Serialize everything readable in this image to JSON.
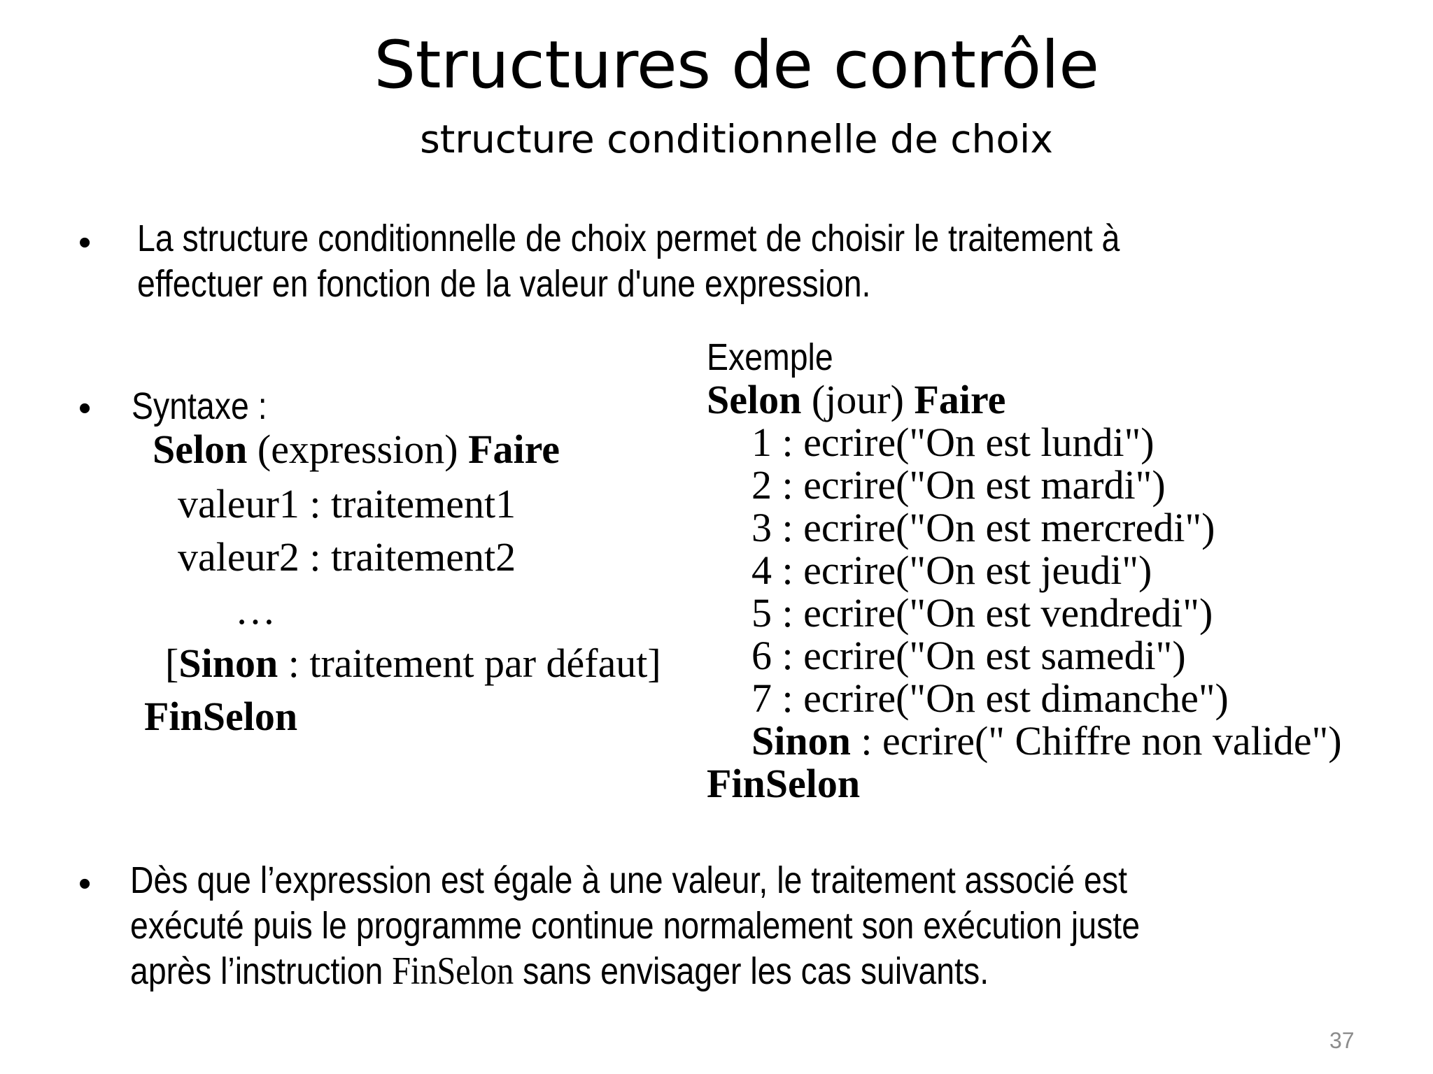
{
  "slide": {
    "title": "Structures de contrôle",
    "subtitle": "structure conditionnelle de choix",
    "bullet_symbol": "•",
    "intro": {
      "line1": "La structure conditionnelle de choix permet de choisir le traitement à",
      "line2": "effectuer en fonction de la valeur d'une expression."
    },
    "syntax": {
      "label": "Syntaxe :",
      "kw_selon": "Selon",
      "expression": " (expression) ",
      "kw_faire": "Faire",
      "case1": "valeur1 : traitement1",
      "case2": "valeur2 : traitement2",
      "ellipsis": "…",
      "bracket_open": "[",
      "kw_sinon": "Sinon",
      "default_rest": " : traitement par défaut]",
      "kw_finselon": "FinSelon"
    },
    "example": {
      "label": "Exemple",
      "kw_selon": "Selon",
      "expression": " (jour) ",
      "kw_faire": "Faire",
      "cases": [
        "1 : ecrire(\"On est lundi\")",
        "2 : ecrire(\"On est mardi\")",
        "3 : ecrire(\"On est mercredi\")",
        "4 : ecrire(\"On est jeudi\")",
        "5 : ecrire(\"On est vendredi\")",
        "6 : ecrire(\"On est samedi\")",
        "7 : ecrire(\"On est dimanche\")"
      ],
      "kw_sinon": "Sinon",
      "default_rest": " : ecrire(\" Chiffre non valide\")",
      "kw_finselon": "FinSelon"
    },
    "conclusion": {
      "line1": "Dès que l’expression est égale à une valeur, le traitement associé est",
      "line2": "exécuté puis le programme continue normalement son exécution juste",
      "line3_start": "après l’instruction ",
      "line3_keyword": "FinSelon",
      "line3_end": " sans envisager les cas suivants."
    },
    "page_number": "37"
  }
}
